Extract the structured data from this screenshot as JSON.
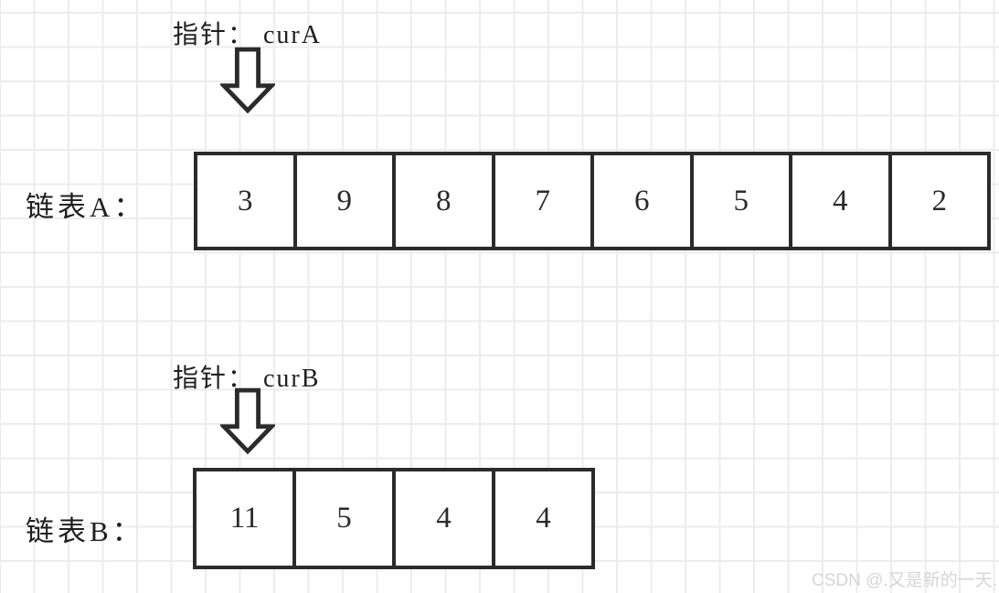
{
  "canvas": {
    "background_color": "#ffffff",
    "grid_color": "#ececec",
    "border_color": "#2b2b2b"
  },
  "pointer_a": {
    "label": "指针： curA",
    "arrow_icon": "down-arrow"
  },
  "pointer_b": {
    "label": "指针： curB",
    "arrow_icon": "down-arrow"
  },
  "list_a": {
    "label": "链表A：",
    "values": [
      "3",
      "9",
      "8",
      "7",
      "6",
      "5",
      "4",
      "2"
    ]
  },
  "list_b": {
    "label": "链表B：",
    "values": [
      "11",
      "5",
      "4",
      "4"
    ]
  },
  "watermark": {
    "text": "CSDN @.又是新的一天."
  }
}
